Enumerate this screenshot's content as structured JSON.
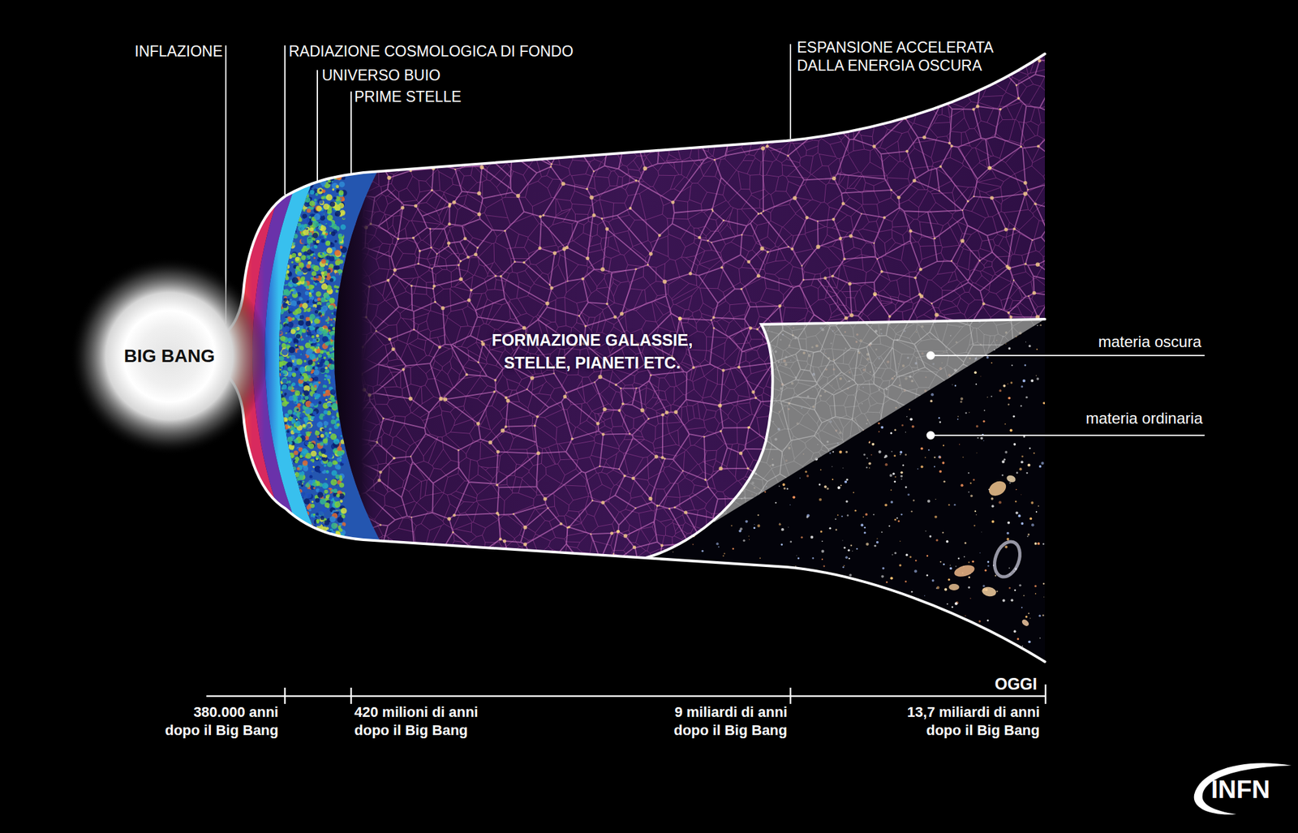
{
  "diagram": {
    "nodes": [
      {
        "text": [
          "BIG BANG"
        ]
      },
      {
        "text": [
          "FORMAZIONE GALASSIE, STELLE, PIANETI ETC."
        ]
      }
    ],
    "labels": [
      "INFLAZIONE",
      "RADIAZIONE COSMOLOGICA DI FONDO",
      "UNIVERSO BUIO",
      "PRIME STELLE",
      "ESPANSIONE ACCELERATA DALLA ENERGIA OSCURA",
      "materia oscura",
      "materia ordinaria",
      "OGGI",
      "380.000 anni dopo il Big Bang",
      "420 milioni di anni dopo il Big Bang",
      "9 miliardi di anni dopo il Big Bang",
      "13,7 miliardi di anni dopo il Big Bang",
      "INFN"
    ]
  }
}
